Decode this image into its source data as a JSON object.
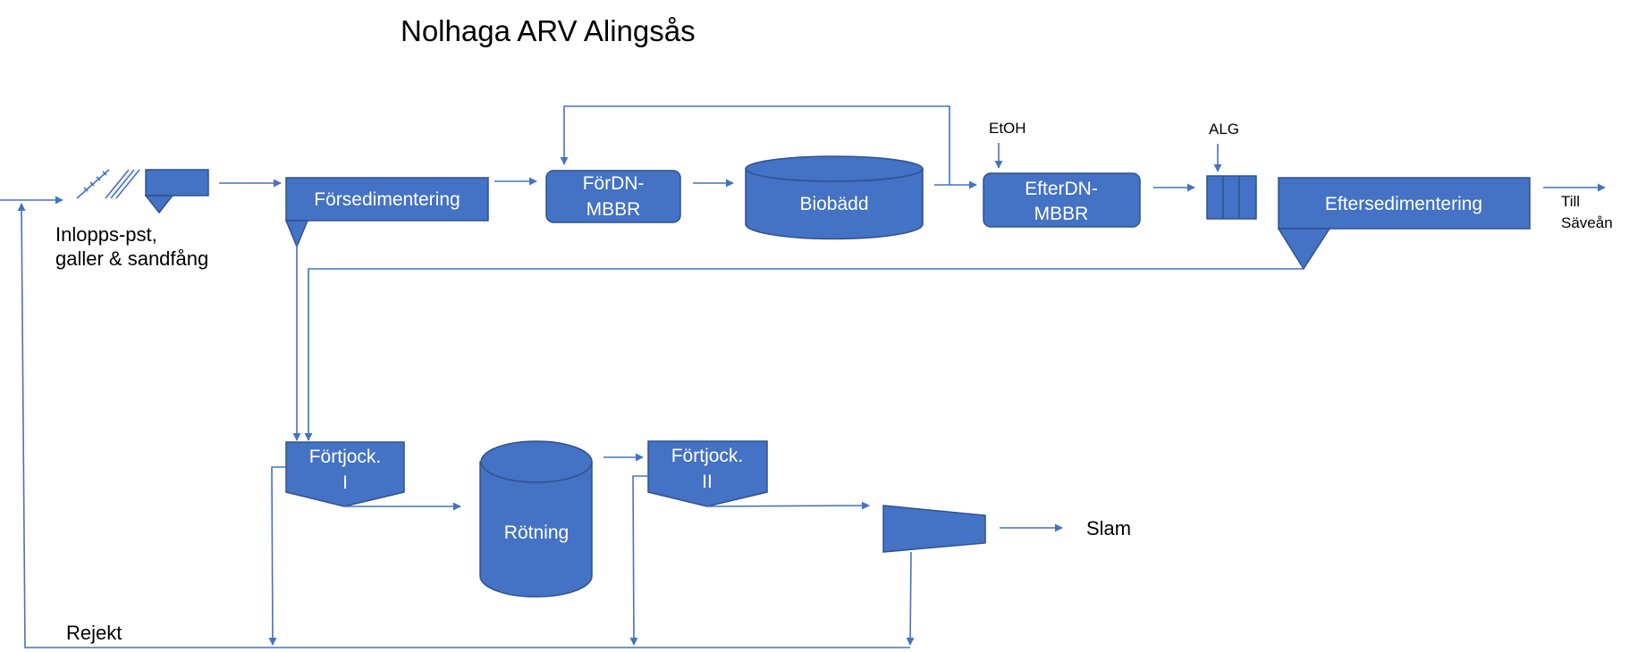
{
  "title": "Nolhaga ARV Alingsås",
  "colors": {
    "shape_fill": "#4472c4",
    "shape_stroke": "#2f528f",
    "line": "#4472c4"
  },
  "nodes": {
    "inlet": {
      "line1": "Inlopps-pst,",
      "line2": "galler & sandfång"
    },
    "forsedimentering": "Försedimentering",
    "fordn": {
      "line1": "FörDN-",
      "line2": "MBBR"
    },
    "biobadd": "Biobädd",
    "efterdn": {
      "line1": "EfterDN-",
      "line2": "MBBR"
    },
    "etoh": "EtOH",
    "alg": "ALG",
    "eftersedimentering": "Eftersedimentering",
    "outlet": {
      "line1": "Till",
      "line2": "Säveån"
    },
    "fortjock1": {
      "line1": "Förtjock.",
      "line2": "I"
    },
    "rotning": "Rötning",
    "fortjock2": {
      "line1": "Förtjock.",
      "line2": "II"
    },
    "slam": "Slam",
    "rejekt": "Rejekt"
  }
}
